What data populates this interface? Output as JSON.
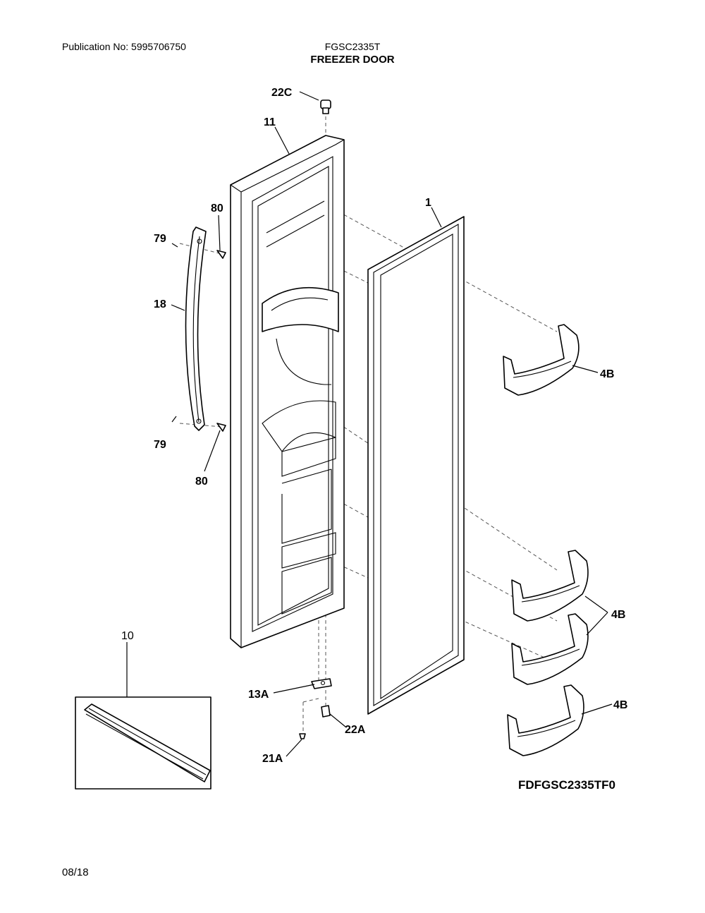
{
  "header": {
    "publication": "Publication No: 5995706750",
    "model": "FGSC2335T",
    "section_title": "FREEZER DOOR"
  },
  "diagram": {
    "figure_code": "FDFGSC2335TF0",
    "callouts": {
      "c22C": "22C",
      "c11": "11",
      "c80_top": "80",
      "c79_top": "79",
      "c1": "1",
      "c18": "18",
      "c4B_1": "4B",
      "c79_bottom": "79",
      "c80_bottom": "80",
      "c4B_2": "4B",
      "c10": "10",
      "c13A": "13A",
      "c22A": "22A",
      "c4B_3": "4B",
      "c21A": "21A"
    }
  },
  "footer": {
    "date": "08/18"
  }
}
